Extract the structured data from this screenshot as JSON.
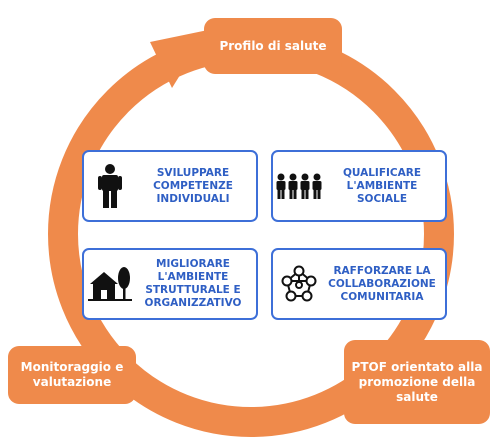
{
  "cycle": {
    "color": "#ef8a4b",
    "stages": [
      {
        "id": "profilo",
        "text": "Profilo di salute"
      },
      {
        "id": "ptof",
        "text": "PTOF orientato alla promozione della salute"
      },
      {
        "id": "monitoraggio",
        "text": "Monitoraggio e valutazione"
      }
    ]
  },
  "areas": {
    "border_color": "#3d6fd8",
    "text_color": "#2f5fc4",
    "items": [
      {
        "id": "competenze",
        "text": "SVILUPPARE\nCOMPETENZE\nINDIVIDUALI",
        "icon": "person-icon"
      },
      {
        "id": "sociale",
        "text": "QUALIFICARE\nL'AMBIENTE\nSOCIALE",
        "icon": "people-group-icon"
      },
      {
        "id": "ambiente",
        "text": "MIGLIORARE\nL'AMBIENTE\nSTRUTTURALE E\nORGANIZZATIVO",
        "icon": "house-tree-icon"
      },
      {
        "id": "comunitaria",
        "text": "RAFFORZARE LA\nCOLLABORAZIONE\nCOMUNITARIA",
        "icon": "network-icon"
      }
    ]
  }
}
